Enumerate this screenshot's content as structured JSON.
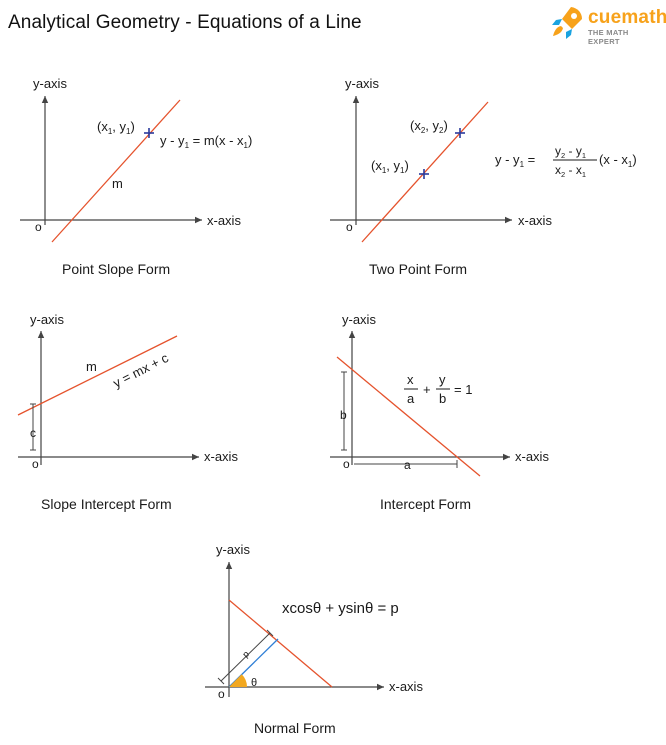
{
  "page": {
    "title": "Analytical Geometry - Equations of a Line"
  },
  "brand": {
    "name": "cuemath",
    "tagline": "THE MATH EXPERT",
    "logo_icon": "rocket-icon",
    "colors": {
      "accent": "#f7a21b",
      "secondary": "#1aa3e0"
    }
  },
  "colors": {
    "line": "#e5532d",
    "axis": "#444444",
    "point": "#2a3a9c",
    "normal_segment": "#2f7fd6",
    "angle_fill": "#f2a820"
  },
  "axis_labels": {
    "x": "x-axis",
    "y": "y-axis",
    "origin": "o"
  },
  "panels": {
    "point_slope": {
      "caption": "Point Slope Form",
      "point": {
        "pre": "(x",
        "s1": "1",
        "mid": ", y",
        "s2": "1",
        "post": ")"
      },
      "equation": {
        "a": "y - y",
        "a_sub": "1",
        "b": " = m(x - x",
        "b_sub": "1",
        "c": ")"
      },
      "slope": "m"
    },
    "two_point": {
      "caption": "Two Point Form",
      "point2": {
        "pre": "(x",
        "s1": "2",
        "mid": ", y",
        "s2": "2",
        "post": ")"
      },
      "point1": {
        "pre": "(x",
        "s1": "1",
        "mid": ", y",
        "s2": "1",
        "post": ")"
      },
      "lhs": {
        "a": "y - y",
        "a_sub": "1",
        "eq": " ="
      },
      "numerator": {
        "a": "y",
        "a_sub": "2",
        "b": " - y",
        "b_sub": "1"
      },
      "denominator": {
        "a": "x",
        "a_sub": "2",
        "b": " - x",
        "b_sub": "1"
      },
      "rhs": {
        "a": "(x - x",
        "a_sub": "1",
        "b": ")"
      }
    },
    "slope_intercept": {
      "caption": "Slope Intercept Form",
      "slope": "m",
      "equation": "y = mx + c",
      "intercept": "c"
    },
    "intercept": {
      "caption": "Intercept Form",
      "frac1": {
        "num": "x",
        "den": "a"
      },
      "plus": "+",
      "frac2": {
        "num": "y",
        "den": "b"
      },
      "rhs": "= 1",
      "x_intercept": "a",
      "y_intercept": "b"
    },
    "normal": {
      "caption": "Normal Form",
      "equation": "xcosθ + ysinθ = p",
      "distance": "p",
      "angle": "θ"
    }
  }
}
